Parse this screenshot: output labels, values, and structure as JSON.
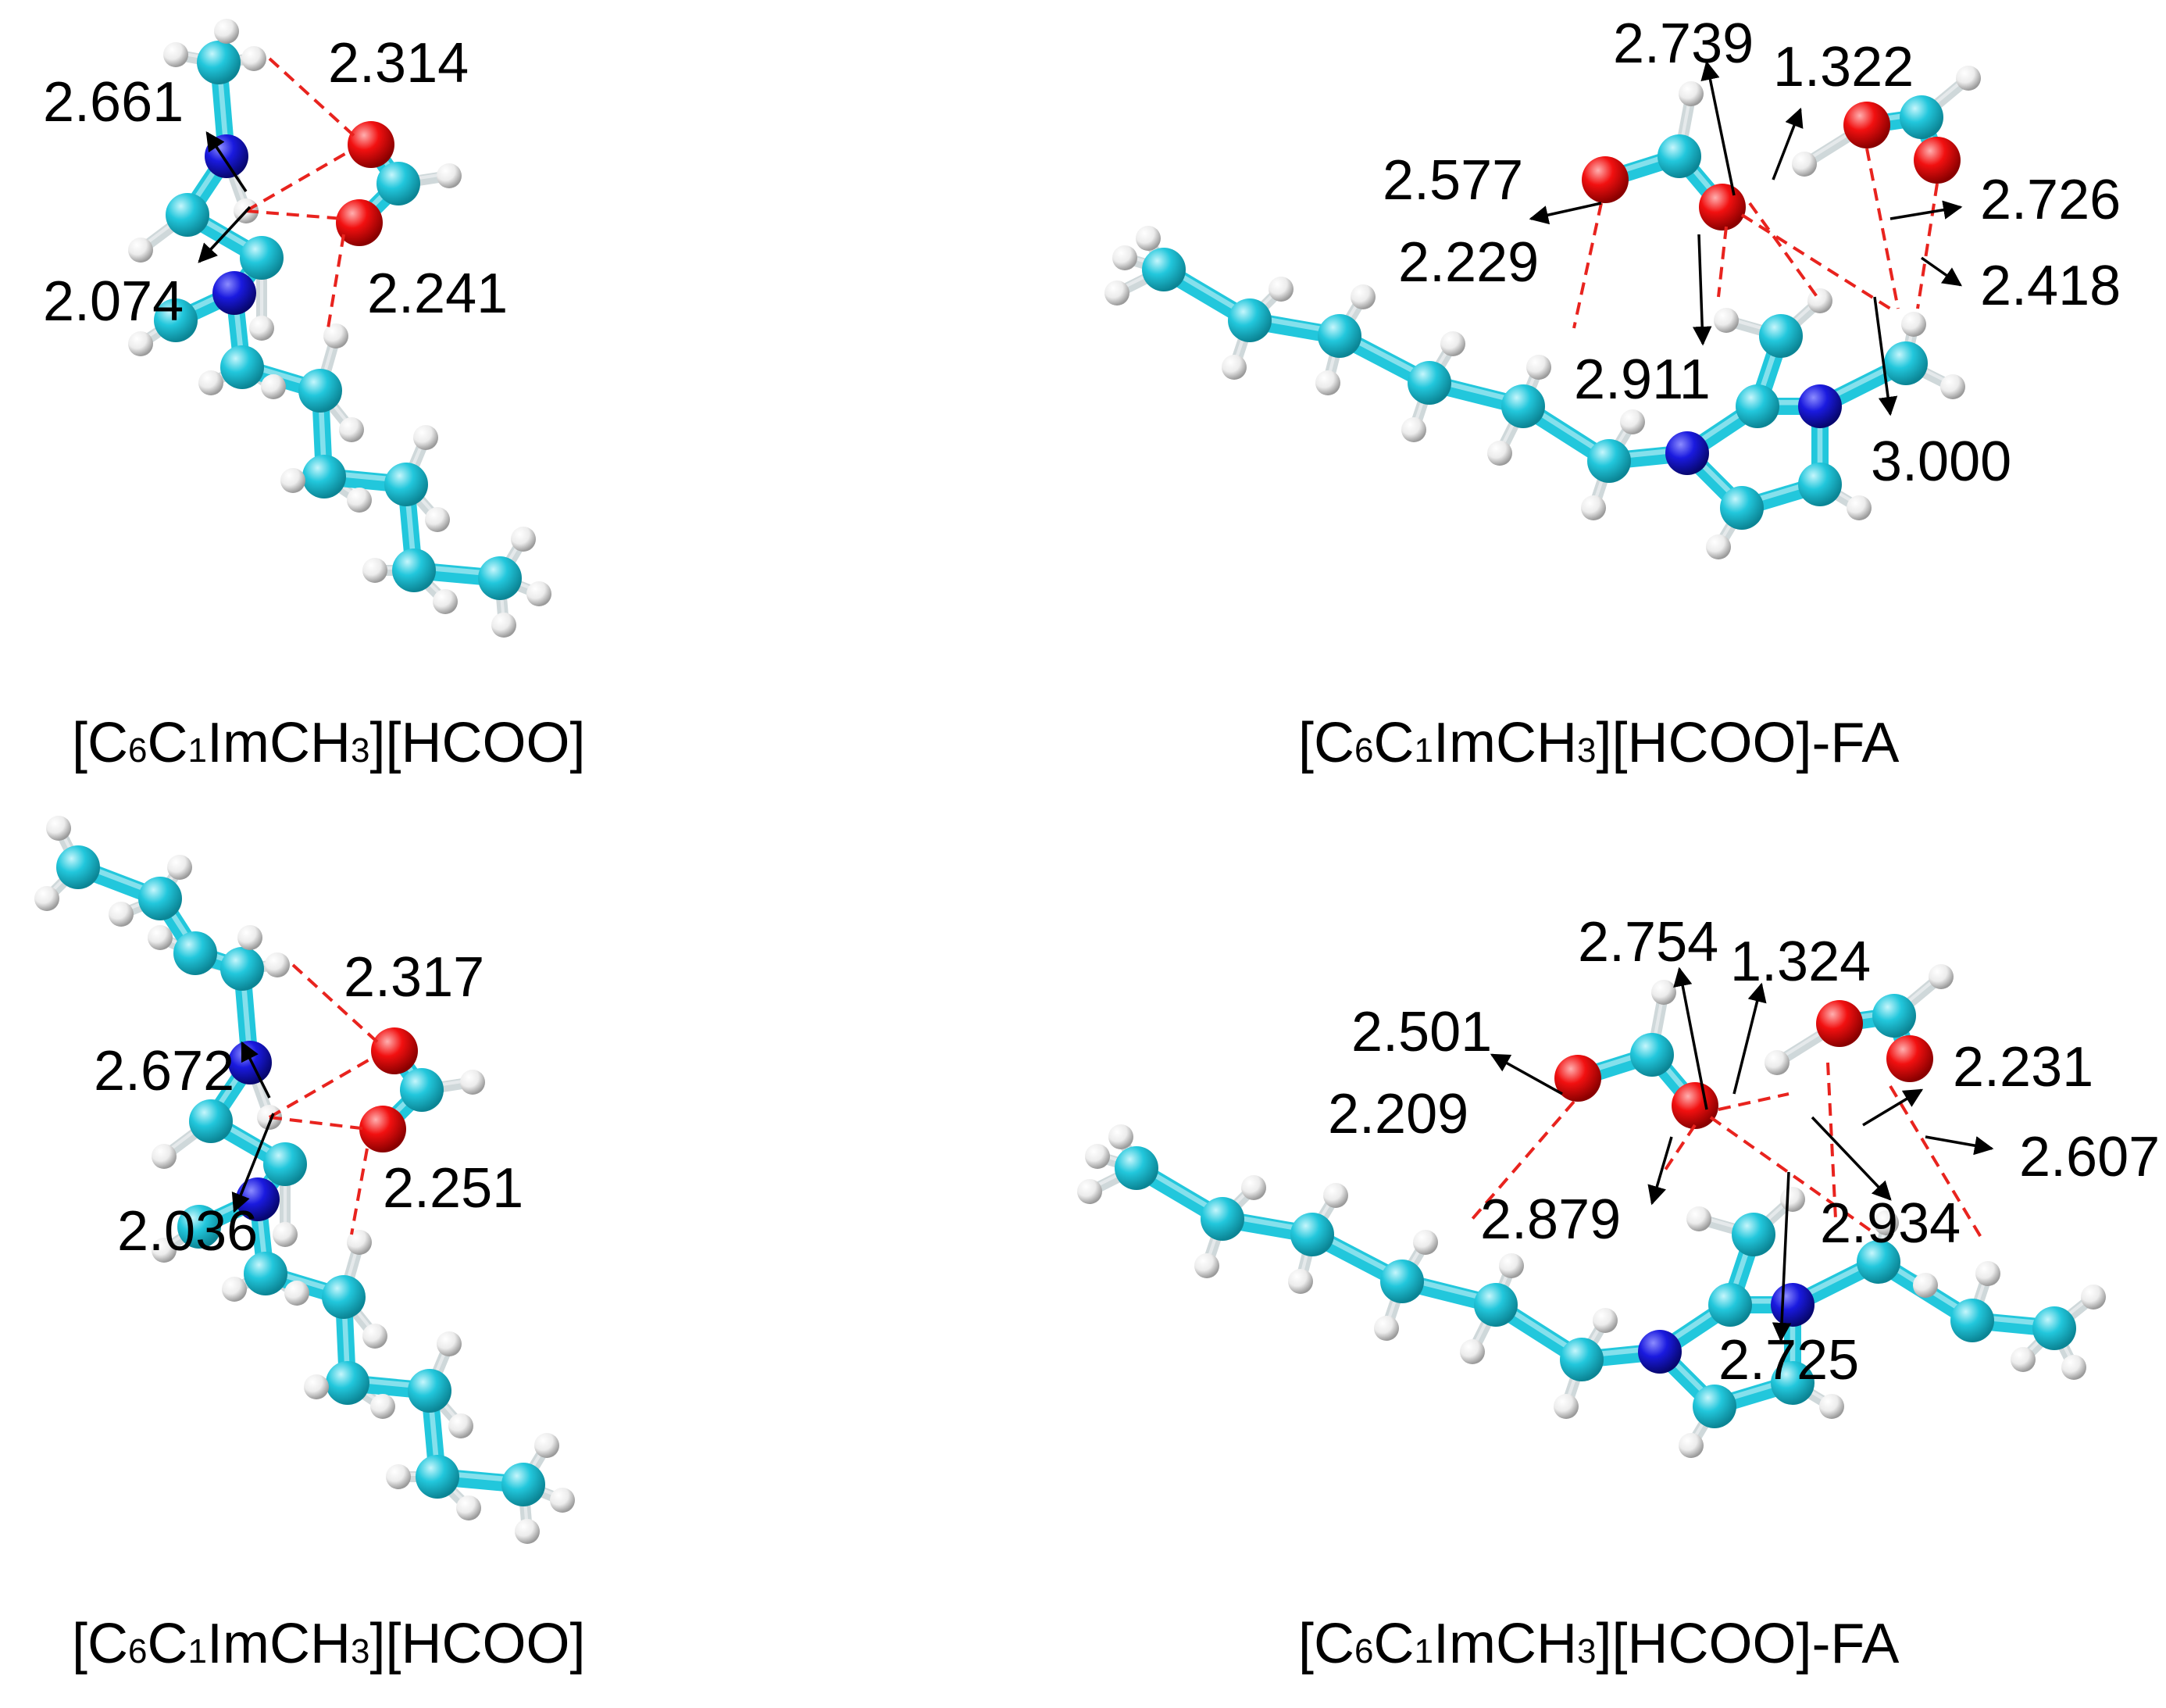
{
  "colors": {
    "carbon": "#22c7dc",
    "carbon_dark": "#1196a8",
    "nitrogen": "#1a1adf",
    "nitrogen_dark": "#0a0a8a",
    "oxygen": "#f21010",
    "oxygen_dark": "#a00000",
    "hydrogen": "#f2f2f2",
    "hydrogen_dark": "#b4b4b4",
    "hbond": "#e8231e",
    "arrow": "#000000"
  },
  "panels": [
    {
      "id": "a",
      "caption": {
        "pre": "[C",
        "s1": "6",
        "mid1": "C",
        "s2": "1",
        "mid2": "ImCH",
        "s3": "3",
        "post": "][HCOO]"
      },
      "distances": [
        "2.314",
        "2.661",
        "2.074",
        "2.241"
      ]
    },
    {
      "id": "b",
      "caption": {
        "pre": "[C",
        "s1": "6",
        "mid1": "C",
        "s2": "1",
        "mid2": "ImCH",
        "s3": "3",
        "post": "][HCOO]-FA"
      },
      "distances": [
        "2.739",
        "1.322",
        "2.577",
        "2.726",
        "2.229",
        "2.418",
        "2.911",
        "3.000"
      ]
    },
    {
      "id": "c",
      "caption": {
        "pre": "[C",
        "s1": "6",
        "mid1": "C",
        "s2": "1",
        "mid2": "ImCH",
        "s3": "3",
        "post": "][HCOO]"
      },
      "distances": [
        "2.317",
        "2.672",
        "2.036",
        "2.251"
      ]
    },
    {
      "id": "d",
      "caption": {
        "pre": "[C",
        "s1": "6",
        "mid1": "C",
        "s2": "1",
        "mid2": "ImCH",
        "s3": "3",
        "post": "][HCOO]-FA"
      },
      "distances": [
        "2.754",
        "1.324",
        "2.501",
        "2.231",
        "2.209",
        "2.607",
        "2.879",
        "2.934",
        "2.725"
      ]
    }
  ]
}
